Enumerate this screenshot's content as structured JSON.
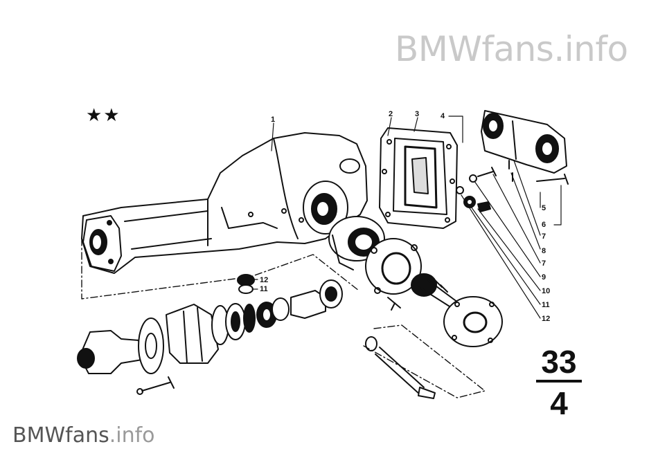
{
  "watermark_top": {
    "brand": "BMWfans",
    "suffix": ".info"
  },
  "watermark_bottom": {
    "brand": "BMWfans",
    "suffix": ".info"
  },
  "marker": "★★",
  "group": {
    "main": "33",
    "sub": "4"
  },
  "callouts": [
    "1",
    "2",
    "3",
    "4",
    "5",
    "6",
    "7",
    "8",
    "7",
    "9",
    "10",
    "11",
    "12",
    "12",
    "11"
  ],
  "colors": {
    "ink": "#111111",
    "watermark_light": "#c9c9c9",
    "watermark_dark": "#555555"
  }
}
